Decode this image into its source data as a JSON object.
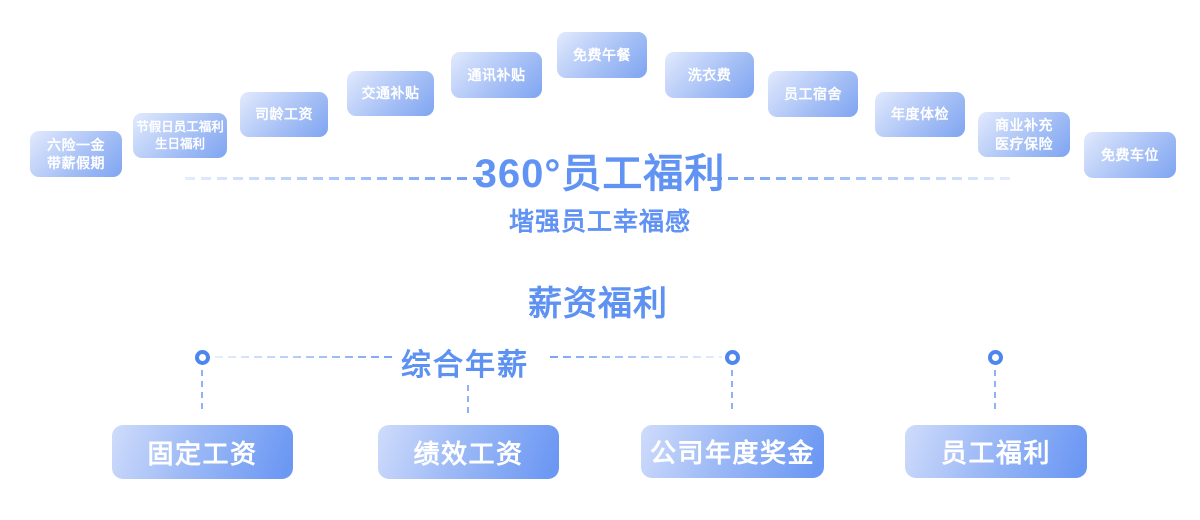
{
  "title_block": {
    "title": "360°员工福利",
    "subtitle": "堦强员工幸福感"
  },
  "top_arc": {
    "badges": [
      {
        "line1": "六险一金",
        "line2": "带薪假期"
      },
      {
        "line1": "节假日员工福利",
        "line2": "生日福利"
      },
      {
        "line1": "司龄工资"
      },
      {
        "line1": "交通补贴"
      },
      {
        "line1": "通讯补贴"
      },
      {
        "line1": "免费午餐"
      },
      {
        "line1": "洗衣费"
      },
      {
        "line1": "员工宿舍"
      },
      {
        "line1": "年度体检"
      },
      {
        "line1": "商业补充",
        "line2": "医疗保险"
      },
      {
        "line1": "免费车位"
      }
    ]
  },
  "salary_section": {
    "title": "薪资福利",
    "hub_label": "综合年薪",
    "boxes": [
      {
        "label": "固定工资"
      },
      {
        "label": "绩效工资"
      },
      {
        "label": "公司年度奖金"
      },
      {
        "label": "员工福利"
      }
    ]
  },
  "colors": {
    "accent_blue": "#5e92f2",
    "title_blue": "#6093f3",
    "badge_gradient_start": "#e2eafd",
    "badge_gradient_end": "#7ea4f1",
    "box_gradient_start": "#cfdcfb",
    "box_gradient_end": "#6c98f3",
    "dash_line": "#6f9df3",
    "node_circle_stroke": "#4e86f0",
    "badge_text": "#ffffff"
  }
}
